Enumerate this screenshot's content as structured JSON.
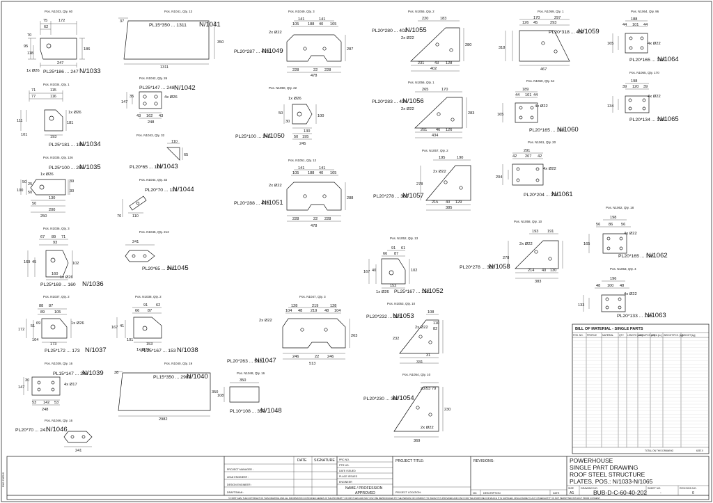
{
  "parts": [
    {
      "id": "N1033",
      "pos": "Pos. N1033, Qty. 60",
      "name": "PL25*186 ... 247",
      "mark": "N/1033",
      "holes": "1x Ø26",
      "dims": [
        "75",
        "172",
        "62",
        "95",
        "70",
        "118",
        "247",
        "186"
      ]
    },
    {
      "id": "N1034",
      "pos": "Pos. N1034, Qty. 1",
      "name": "PL25*181 ... 193",
      "mark": "N/1034",
      "holes": "1x Ø26",
      "dims": [
        "71",
        "115",
        "77",
        "116",
        "111",
        "181",
        "101",
        "193"
      ]
    },
    {
      "id": "N1035",
      "pos": "Pos. N1035, Qty. 126",
      "name": "PL25*100 ... 250",
      "mark": "N/1035",
      "holes": "1x Ø26",
      "dims": [
        "25",
        "50",
        "50",
        "100",
        "130",
        "50",
        "200",
        "250",
        "39",
        "30"
      ]
    },
    {
      "id": "N1036",
      "pos": "Pos. N1036, Qty. 3",
      "name": "PL25*169 ... 160",
      "mark": "N/1036",
      "holes": "1x Ø26",
      "dims": [
        "67",
        "89",
        "71",
        "93",
        "169",
        "45",
        "102",
        "160"
      ]
    },
    {
      "id": "N1037",
      "pos": "Pos. N1037, Qty. 2",
      "name": "PL25*172 ... 173",
      "mark": "N/1037",
      "holes": "1x Ø26",
      "dims": [
        "88",
        "87",
        "89",
        "105",
        "172",
        "51",
        "69",
        "104",
        "173"
      ]
    },
    {
      "id": "N1038",
      "pos": "Pos. N1038, Qty. 2",
      "name": "PL25*167 ... 153",
      "mark": "N/1038",
      "holes": "1x Ø26",
      "dims": [
        "91",
        "62",
        "66",
        "87",
        "167",
        "41",
        "101",
        "153"
      ]
    },
    {
      "id": "N1039",
      "pos": "Pos. N1039, Qty. 16",
      "name": "PL15*147 ... 248",
      "mark": "N/1039",
      "holes": "4x Ø17",
      "dims": [
        "147",
        "30",
        "53",
        "142",
        "53",
        "248"
      ]
    },
    {
      "id": "N1040",
      "pos": "Pos. N1040, Qty. 19",
      "name": "PL15*350 ... 2982",
      "mark": "N/1040",
      "holes": "",
      "dims": [
        "38",
        "350",
        "2982"
      ]
    },
    {
      "id": "N1041",
      "pos": "Pos. N1041, Qty. 13",
      "name": "PL15*350 ... 1311",
      "mark": "N/1041",
      "holes": "",
      "dims": [
        "37",
        "350",
        "1311"
      ]
    },
    {
      "id": "N1042",
      "pos": "Pos. N1042, Qty. 26",
      "name": "PL25*147 ... 248",
      "mark": "N/1042",
      "holes": "4x Ø26",
      "dims": [
        "147",
        "35",
        "43",
        "162",
        "43",
        "248"
      ]
    },
    {
      "id": "N1043",
      "pos": "Pos. N1043, Qty. 32",
      "name": "PL20*65 ... 110",
      "mark": "N/1043",
      "holes": "",
      "dims": [
        "110",
        "65"
      ]
    },
    {
      "id": "N1044",
      "pos": "Pos. N1044, Qty. 32",
      "name": "PL20*70 ... 110",
      "mark": "N/1044",
      "holes": "",
      "dims": [
        "70",
        "110"
      ]
    },
    {
      "id": "N1045",
      "pos": "Pos. N1045, Qty. 212",
      "name": "PL20*65 ... 241",
      "mark": "N/1045",
      "holes": "",
      "dims": [
        "241"
      ]
    },
    {
      "id": "N1046",
      "pos": "Pos. N1046, Qty. 16",
      "name": "PL20*70 ... 241",
      "mark": "N/1046",
      "holes": "",
      "dims": [
        "241"
      ]
    },
    {
      "id": "N1047",
      "pos": "Pos. N1047, Qty. 3",
      "name": "PL20*263 ... 513",
      "mark": "N/1047",
      "holes": "2x Ø22",
      "dims": [
        "128",
        "219",
        "128",
        "104",
        "48",
        "219",
        "48",
        "104",
        "246",
        "22",
        "246",
        "513",
        "263"
      ]
    },
    {
      "id": "N1048",
      "pos": "Pos. N1048, Qty. 16",
      "name": "PL10*108 ... 350",
      "mark": "N/1048",
      "holes": "",
      "dims": [
        "350",
        "108"
      ]
    },
    {
      "id": "N1049",
      "pos": "Pos. N1049, Qty. 3",
      "name": "PL20*287 ... 478",
      "mark": "N/1049",
      "holes": "2x Ø22",
      "dims": [
        "141",
        "141",
        "105",
        "188",
        "40",
        "105",
        "228",
        "22",
        "228",
        "478",
        "287"
      ]
    },
    {
      "id": "N1050",
      "pos": "Pos. N1050, Qty. 22",
      "name": "PL25*100 ... 245",
      "mark": "N/1050",
      "holes": "1x Ø26",
      "dims": [
        "50",
        "30",
        "130",
        "50",
        "195",
        "245",
        "100"
      ]
    },
    {
      "id": "N1051",
      "pos": "Pos. N1051, Qty. 12",
      "name": "PL20*288 ... 478",
      "mark": "N/1051",
      "holes": "2x Ø22",
      "dims": [
        "141",
        "141",
        "105",
        "188",
        "40",
        "105",
        "228",
        "22",
        "228",
        "478",
        "288"
      ]
    },
    {
      "id": "N1052",
      "pos": "Pos. N1052, Qty. 13",
      "name": "PL25*167 ... 152",
      "mark": "N/1052",
      "holes": "1x Ø26",
      "dims": [
        "91",
        "61",
        "66",
        "87",
        "167",
        "40",
        "102",
        "152"
      ]
    },
    {
      "id": "N1053",
      "pos": "Pos. N1053, Qty. 10",
      "name": "PL20*232 ... 331",
      "mark": "N/1053",
      "holes": "2x Ø22",
      "dims": [
        "108",
        "110",
        "82",
        "232",
        "31",
        "331"
      ]
    },
    {
      "id": "N1054",
      "pos": "Pos. N1054, Qty. 10",
      "name": "PL20*230 ... 369",
      "mark": "N/1054",
      "holes": "2x Ø22",
      "dims": [
        "237",
        "53",
        "79",
        "230",
        "369"
      ]
    },
    {
      "id": "N1055",
      "pos": "Pos. N1055, Qty. 2",
      "name": "PL20*280 ... 402",
      "mark": "N/1055",
      "holes": "2x Ø22",
      "dims": [
        "220",
        "183",
        "231",
        "43",
        "128",
        "402",
        "280"
      ]
    },
    {
      "id": "N1056",
      "pos": "Pos. N1056, Qty. 1",
      "name": "PL20*283 ... 434",
      "mark": "N/1056",
      "holes": "2x Ø22",
      "dims": [
        "265",
        "170",
        "261",
        "46",
        "126",
        "434",
        "283"
      ]
    },
    {
      "id": "N1057",
      "pos": "Pos. N1057, Qty. 2",
      "name": "PL20*278 ... 385",
      "mark": "N/1057",
      "holes": "2x Ø22",
      "dims": [
        "195",
        "190",
        "215",
        "40",
        "129",
        "385",
        "278"
      ]
    },
    {
      "id": "N1058",
      "pos": "Pos. N1058, Qty. 10",
      "name": "PL20*278 ... 383",
      "mark": "N/1058",
      "holes": "2x Ø22",
      "dims": [
        "193",
        "191",
        "214",
        "40",
        "130",
        "383",
        "278"
      ]
    },
    {
      "id": "N1059",
      "pos": "Pos. N1059, Qty. 1",
      "name": "PL20*318 ... 467",
      "mark": "N/1059",
      "holes": "2x Ø22",
      "dims": [
        "170",
        "297",
        "126",
        "45",
        "293",
        "467",
        "318"
      ]
    },
    {
      "id": "N1060",
      "pos": "Pos. N1060, Qty. 64",
      "name": "PL20*165 ... 189",
      "mark": "N/1060",
      "holes": "4x Ø22",
      "dims": [
        "189",
        "44",
        "101",
        "44",
        "165"
      ]
    },
    {
      "id": "N1061",
      "pos": "Pos. N1061, Qty. 20",
      "name": "PL20*204 ... 291",
      "mark": "N/1061",
      "holes": "4x Ø22",
      "dims": [
        "291",
        "42",
        "207",
        "42",
        "204"
      ]
    },
    {
      "id": "N1062",
      "pos": "Pos. N1062, Qty. 18",
      "name": "PL20*165 ... 198",
      "mark": "N/1062",
      "holes": "4x Ø22",
      "dims": [
        "198",
        "56",
        "86",
        "56",
        "165"
      ]
    },
    {
      "id": "N1063",
      "pos": "Pos. N1063, Qty. 4",
      "name": "PL20*133 ... 196",
      "mark": "N/1063",
      "holes": "4x Ø22",
      "dims": [
        "196",
        "48",
        "100",
        "48",
        "133"
      ]
    },
    {
      "id": "N1064",
      "pos": "Pos. N1064, Qty. 96",
      "name": "PL20*165 ... 188",
      "mark": "N/1064",
      "holes": "4x Ø22",
      "dims": [
        "188",
        "44",
        "101",
        "44",
        "165"
      ]
    },
    {
      "id": "N1065",
      "pos": "Pos. N1065, Qty. 170",
      "name": "PL20*134 ... 198",
      "mark": "N/1065",
      "holes": "4x Ø22",
      "dims": [
        "198",
        "39",
        "120",
        "39",
        "134"
      ]
    }
  ],
  "bom": {
    "title": "BILL OF MATERIAL - SINGLE PARTS",
    "headers": [
      "POS. NO.",
      "PROFILE",
      "MATERIAL",
      "QTY.",
      "LENGTH [mm]",
      "AREA/PCS. [m²]",
      "AREA [m²]",
      "WEIGHT/PCS. [kg]",
      "WEIGHT [kg]"
    ],
    "total_label": "TOTAL ON THIS DRAWING",
    "total_value": "6257.0"
  },
  "titleblock": {
    "roles": [
      "PROJECT MANAGER :",
      "LEAD ENGINEER :",
      "DESIGN ENGINEER :",
      "DRAFTSMAN :"
    ],
    "date_col": "DATE",
    "sig_col": "SIGNATURE",
    "prc_no": "PRC NO.",
    "ptr_no": "PTR NO.",
    "date_issued": "DATE ISSUED",
    "place_issued": "PLACE ISSUED",
    "engineer": "ENGINEER",
    "name_prof": "NAME / PROFESSION",
    "approved": "APPROVED",
    "project_title": "PROJECT TITLE:",
    "project_location": "PROJECT LOCATION:",
    "revisions": "REVISIONS:",
    "rev_no": "NO.",
    "rev_desc": "DESCRIPTION",
    "rev_date": "DATE",
    "company": "POWERHOUSE",
    "title_lines": [
      "SINGLE PART DRAWING",
      "ROOF STEEL STRUCTURE",
      "PLATES, POS.: N/1033-N/1065"
    ],
    "size_label": "SIZE",
    "size": "A1",
    "drawing_no_label": "DRAWING NO.",
    "drawing_no": "BUB-D-C-60-40-202",
    "sheet_no_label": "SHEET NO.",
    "sheet_no": "-",
    "revision_no_label": "REVISION NO.",
    "revision_no": "0",
    "copyright": "© FIRST GEN. THE COPYRIGHT OF THIS DRAWING AND ALL INFORMATION CONTAINED HEREIN IS THE PROPERTY OF FIRST GEN AND MAY ONLY BE REPRODUCED BY THE PERSON OR COMPANY TO WHOM IT IS PROVIDED AND ONLY FOR THE PURPOSE FOR WHICH IT IS SUPPLIED. DISCLOSURE TO ANY OTHER ENTITY IS NOT PERMITTED WITHOUT PRIOR CONSENT.",
    "side_note": "FILE STATUS"
  }
}
